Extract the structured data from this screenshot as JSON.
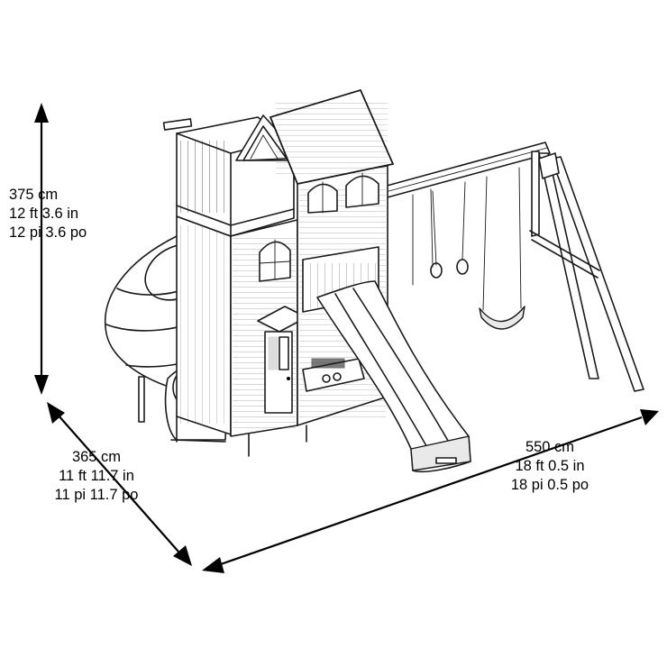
{
  "dimensions": {
    "height": {
      "metric": "375 cm",
      "imperial": "12 ft 3.6 in",
      "french": "12 pi 3.6 po"
    },
    "depth": {
      "metric": "365 cm",
      "imperial": "11 ft 11.7 in",
      "french": "11 pi 11.7 po"
    },
    "width": {
      "metric": "550 cm",
      "imperial": "18 ft 0.5 in",
      "french": "18 pi 0.5 po"
    }
  },
  "colors": {
    "line": "#1a1a1a",
    "background": "#ffffff"
  }
}
